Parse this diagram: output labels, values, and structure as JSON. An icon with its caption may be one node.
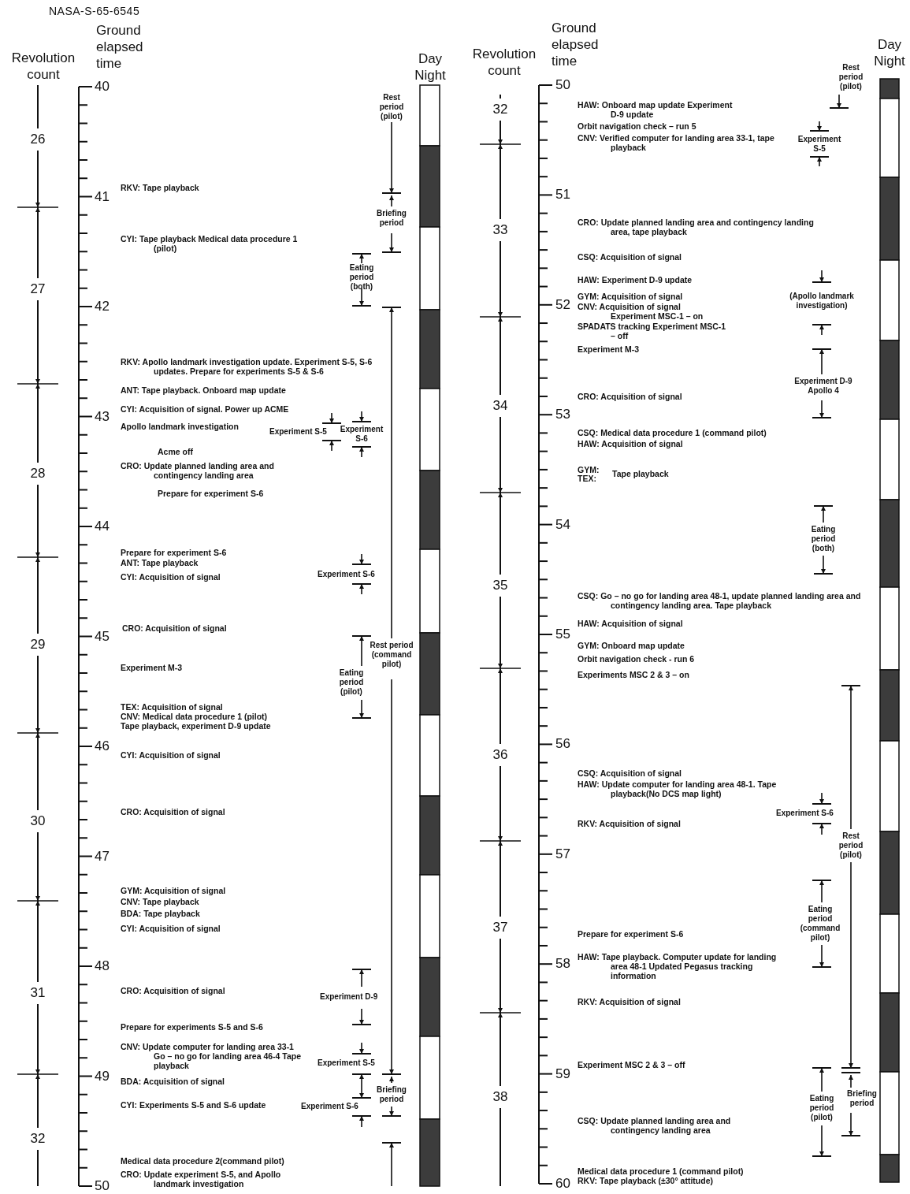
{
  "diagram": {
    "labels": [
      "NASA-S-65-6545",
      "Revolution count",
      "Ground elapsed time",
      "40",
      "41",
      "42",
      "43",
      "44",
      "45",
      "46",
      "47",
      "48",
      "49",
      "50",
      "26",
      "27",
      "28",
      "29",
      "30",
      "31",
      "32",
      "Day Night",
      "RKV: Tape playback",
      "CYI: Tape playback Medical data procedure 1 (pilot)",
      "RKV: Apollo landmark investigation update. Experiment S-5, S-6 updates. Prepare for experiments S-5 & S-6",
      "ANT: Tape playback. Onboard map update",
      "CYI: Acquisition of signal. Power up ACME",
      "Apollo landmark investigation",
      "Acme off",
      "CRO: Update planned landing area and contingency landing area",
      "Prepare for experiment S-6",
      "Prepare for experiment S-6",
      "ANT: Tape playback",
      "CYI: Acquisition of signal",
      "CRO: Acquisition of signal",
      "Experiment M-3",
      "TEX: Acquisition of signal",
      "CNV: Medical data procedure 1 (pilot)",
      "Tape playback, experiment D-9 update",
      "CYI: Acquisition of signal",
      "CRO: Acquisition of signal",
      "GYM: Acquisition of signal",
      "CNV: Tape playback",
      "BDA: Tape playback",
      "CYI: Acquisition of signal",
      "CRO: Acquisition of signal",
      "Prepare for experiments S-5 and S-6",
      "CNV: Update computer for landing area 33-1 Go – no go for landing area 46-4 Tape playback",
      "BDA: Acquisition of signal",
      "CYI: Experiments S-5 and S-6 update",
      "Medical data procedure 2(command pilot)",
      "CRO: Update experiment S-5, and Apollo landmark investigation",
      "Rest period (pilot)",
      "Briefing period",
      "Eating period (both)",
      "Experiment S-5",
      "Experiment S-6",
      "Experiment S-6",
      "Rest period (command pilot)",
      "Eating period (pilot)",
      "Experiment D-9",
      "Experiment S-5",
      "Briefing period",
      "Experiment S-6",
      "Revolution count",
      "Ground elapsed time",
      "50",
      "51",
      "52",
      "53",
      "54",
      "55",
      "56",
      "57",
      "58",
      "59",
      "60",
      "32",
      "33",
      "34",
      "35",
      "36",
      "37",
      "38",
      "Day Night",
      "HAW: Onboard map update Experiment D-9 update",
      "Orbit navigation check – run 5",
      "CNV: Verified computer for landing area 33-1, tape playback",
      "CRO: Update planned landing area and contingency landing area, tape playback",
      "CSQ: Acquisition of signal",
      "HAW: Experiment D-9 update",
      "GYM: Acquisition of signal",
      "CNV: Acquisition of signal Experiment MSC-1 – on",
      "SPADATS tracking Experiment MSC-1 – off",
      "Experiment M-3",
      "CRO: Acquisition of signal",
      "CSQ: Medical data procedure 1 (command pilot)",
      "HAW: Acquisition of signal",
      "GYM:",
      "TEX:",
      "Tape playback",
      "CSQ: Go – no go for landing area 48-1, update planned landing area and contingency landing area. Tape playback",
      "HAW: Acquisition of signal",
      "GYM: Onboard map update",
      "Orbit navigation check - run 6",
      "Experiments MSC 2 & 3 – on",
      "CSQ: Acquisition of signal",
      "HAW: Update computer for landing area 48-1. Tape playback(No DCS map light)",
      "RKV: Acquisition of signal",
      "Prepare for experiment S-6",
      "HAW: Tape playback. Computer update for landing area 48-1 Updated Pegasus tracking information",
      "RKV: Acquisition of signal",
      "Experiment MSC 2 & 3 – off",
      "CSQ: Update planned landing area and contingency landing area",
      "Medical data procedure 1 (command pilot)",
      "RKV: Tape playback (±30° attitude)",
      "Rest period (pilot)",
      "Experiment S-5",
      "(Apollo landmark investigation)",
      "Experiment D-9 Apollo 4",
      "Eating period (both)",
      "Experiment S-6",
      "Rest period (pilot)",
      "Eating period (command pilot)",
      "Briefing period",
      "Eating period (pilot)"
    ]
  }
}
